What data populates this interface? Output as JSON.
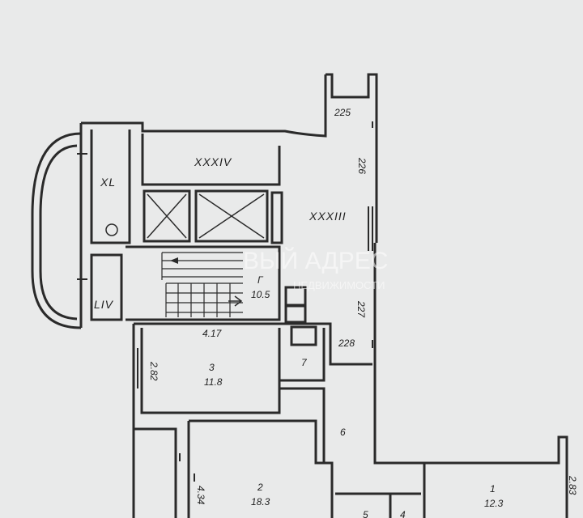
{
  "watermark": {
    "brand": "ВЫЙ АДРЕС",
    "sub": "НЕДВИЖИМОСТИ"
  },
  "rooms": {
    "xxxiv": "XXXIV",
    "xxxiii": "XXXIII",
    "xl": "XL",
    "liv": "LIV",
    "g_name": "Г",
    "g_area": "10.5",
    "r3_name": "3",
    "r3_area": "11.8",
    "r7_name": "7",
    "r6_name": "6",
    "r2_name": "2",
    "r2_area": "18.3",
    "r1_name": "1",
    "r1_area": "12.3",
    "r5_name": "5",
    "r4_name": "4"
  },
  "dimensions": {
    "d225": "225",
    "d226": "226",
    "d227": "227",
    "d228": "228",
    "d417": "4.17",
    "d282": "2.82",
    "d434": "4.34",
    "d283": "2.83"
  },
  "colors": {
    "background": "#e9eaea",
    "wall": "#2a2a2a"
  }
}
